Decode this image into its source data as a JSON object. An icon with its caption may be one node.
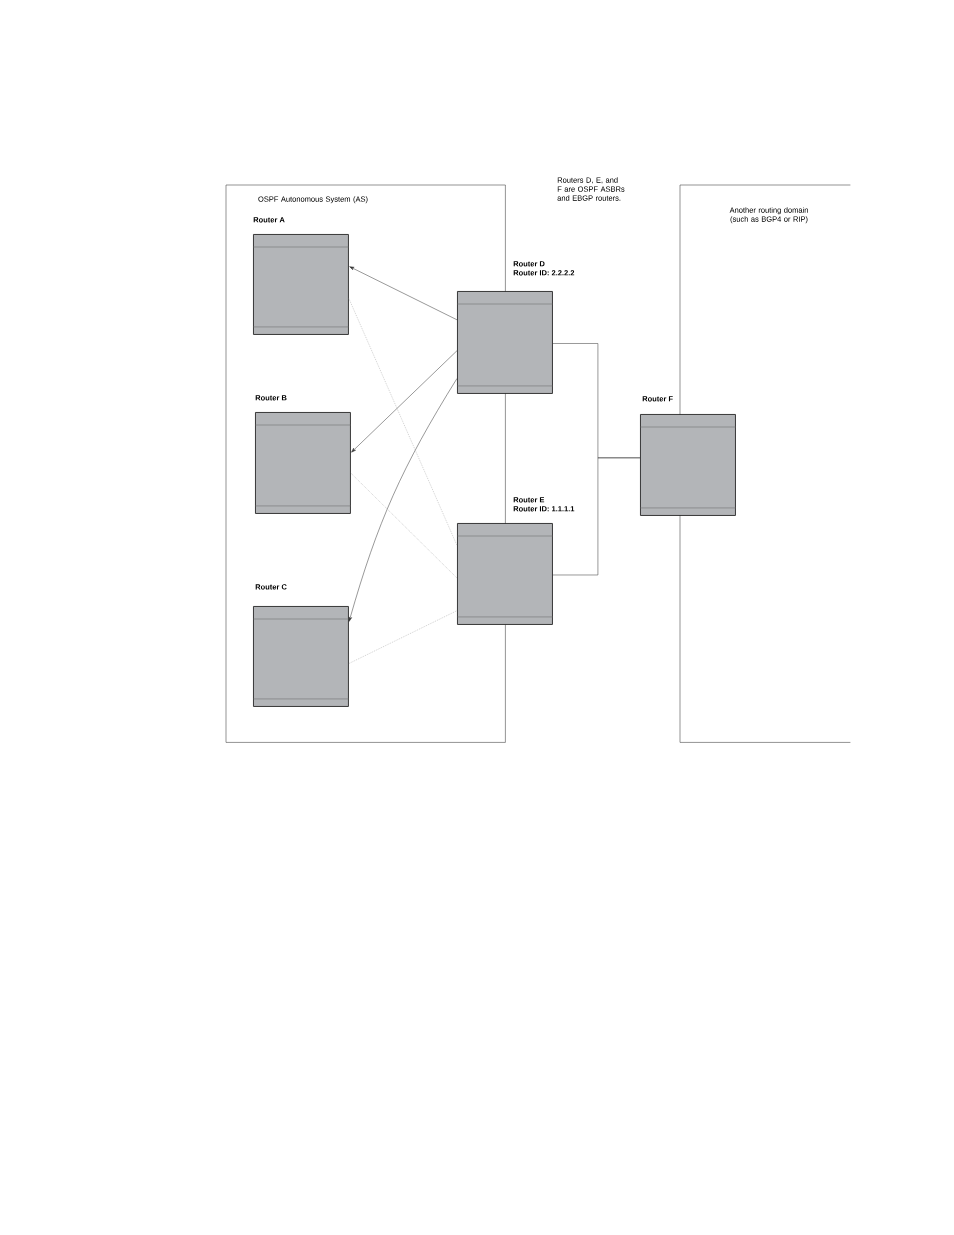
{
  "diagram": {
    "nodes": [
      {
        "text": [
          "OSPF Autonomous System (AS)"
        ]
      },
      {
        "text": [
          "Another routing domain (such as BGP4 or RIP)"
        ]
      },
      {
        "text": [
          "Router A"
        ],
        "in": 0
      },
      {
        "text": [
          "Router B"
        ],
        "in": 0
      },
      {
        "text": [
          "Router C"
        ],
        "in": 0
      },
      {
        "text": [
          "Router D",
          "Router ID: 2.2.2.2"
        ]
      },
      {
        "text": [
          "Router E",
          "**Router ID:** 1.1.1.1"
        ]
      },
      {
        "text": [
          "Router F"
        ]
      }
    ],
    "edges": [
      {
        "from": 5,
        "to": 2,
        "arrow": "to"
      },
      {
        "from": 5,
        "to": 3,
        "arrow": "to"
      },
      {
        "from": 5,
        "to": 4,
        "arrow": "to"
      },
      {
        "from": 2,
        "to": 6,
        "arrow": "none",
        "style": "dashed",
        "color": "#a0a0a0"
      },
      {
        "from": 3,
        "to": 6,
        "arrow": "none",
        "style": "dashed",
        "color": "#a0a0a0"
      },
      {
        "from": 4,
        "to": 6,
        "arrow": "none",
        "style": "dashed",
        "color": "#a0a0a0"
      },
      {
        "from": 5,
        "to": 7,
        "arrow": "none"
      },
      {
        "from": 6,
        "to": 7,
        "arrow": "none"
      }
    ],
    "labels": [
      "Routers D, E, and F are OSPF ASBRs and EBGP routers."
    ]
  }
}
